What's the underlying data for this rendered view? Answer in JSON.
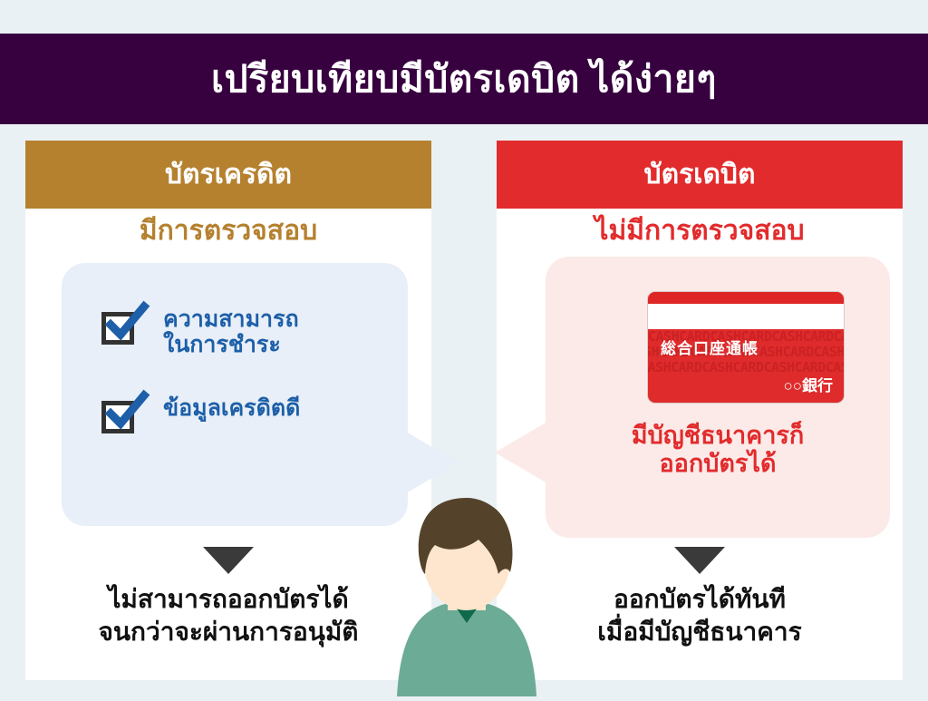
{
  "header": {
    "title": "เปรียบเทียบมีบัตรเดบิต ได้ง่ายๆ",
    "background_color": "#37013f",
    "text_color": "#ffffff"
  },
  "page": {
    "background_color": "#eaf1f5"
  },
  "columns": [
    {
      "id": "credit",
      "header_label": "บัตรเครดิต",
      "header_color": "#b5812f",
      "sub_heading": "มีการตรวจสอบ",
      "sub_heading_color": "#b5812f",
      "bubble_color": "#e8eff8",
      "checklist": [
        {
          "label": "ความสามารถ\nในการชำระ",
          "icon": "checkbox-checked-icon"
        },
        {
          "label": "ข้อมูลเครดิตดี",
          "icon": "checkbox-checked-icon"
        }
      ],
      "checklist_text_color": "#1d5fa8",
      "arrow_icon": "triangle-down-icon",
      "conclusion": "ไม่สามารถออกบัตรได้\nจนกว่าจะผ่านการอนุมัติ"
    },
    {
      "id": "debit",
      "header_label": "บัตรเดบิต",
      "header_color": "#e22b2c",
      "sub_heading": "ไม่มีการตรวจสอบ",
      "sub_heading_color": "#e22b2c",
      "bubble_color": "#fbeae8",
      "card": {
        "account_label": "総合口座通帳",
        "bank_label": "○○銀行",
        "pattern_text": "CASHCARDCASHCARDCASHCARDCASHCARDCASHCARD",
        "body_color": "#df2b2b",
        "pattern_color": "#c41f22"
      },
      "bubble_caption": "มีบัญชีธนาคารก็\nออกบัตรได้",
      "bubble_caption_color": "#e22b2c",
      "arrow_icon": "triangle-down-icon",
      "conclusion": "ออกบัตรได้ทันที\nเมื่อมีบัญชีธนาคาร"
    }
  ],
  "person": {
    "name": "person-illustration",
    "hair_color": "#54432a",
    "skin_color": "#fde6cd",
    "shirt_color": "#6cab96",
    "collar_color": "#11694c"
  }
}
